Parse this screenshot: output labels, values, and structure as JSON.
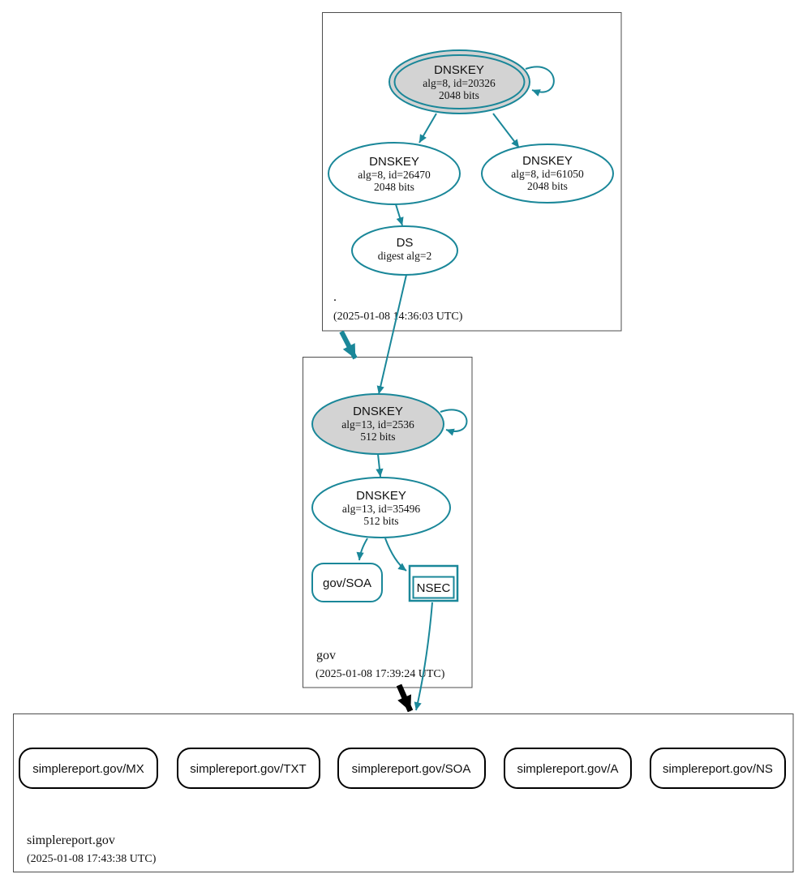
{
  "colors": {
    "teal": "#1a8799",
    "ksk-fill": "#d3d3d3",
    "node-fill": "#ffffff",
    "box-border": "#4d4d4d",
    "black": "#000000",
    "text": "#111111"
  },
  "zones": [
    {
      "name": ".",
      "timestamp": "(2025-01-08 14:36:03 UTC)",
      "nodes": {
        "ksk": {
          "title": "DNSKEY",
          "detail1": "alg=8, id=20326",
          "detail2": "2048 bits"
        },
        "zsk_left": {
          "title": "DNSKEY",
          "detail1": "alg=8, id=26470",
          "detail2": "2048 bits"
        },
        "zsk_right": {
          "title": "DNSKEY",
          "detail1": "alg=8, id=61050",
          "detail2": "2048 bits"
        },
        "ds": {
          "title": "DS",
          "detail1": "digest alg=2"
        }
      }
    },
    {
      "name": "gov",
      "timestamp": "(2025-01-08 17:39:24 UTC)",
      "nodes": {
        "ksk": {
          "title": "DNSKEY",
          "detail1": "alg=13, id=2536",
          "detail2": "512 bits"
        },
        "zsk": {
          "title": "DNSKEY",
          "detail1": "alg=13, id=35496",
          "detail2": "512 bits"
        },
        "soa": {
          "label": "gov/SOA"
        },
        "nsec": {
          "label": "NSEC"
        }
      }
    },
    {
      "name": "simplereport.gov",
      "timestamp": "(2025-01-08 17:43:38 UTC)",
      "records": [
        {
          "label": "simplereport.gov/MX"
        },
        {
          "label": "simplereport.gov/TXT"
        },
        {
          "label": "simplereport.gov/SOA"
        },
        {
          "label": "simplereport.gov/A"
        },
        {
          "label": "simplereport.gov/NS"
        }
      ]
    }
  ]
}
